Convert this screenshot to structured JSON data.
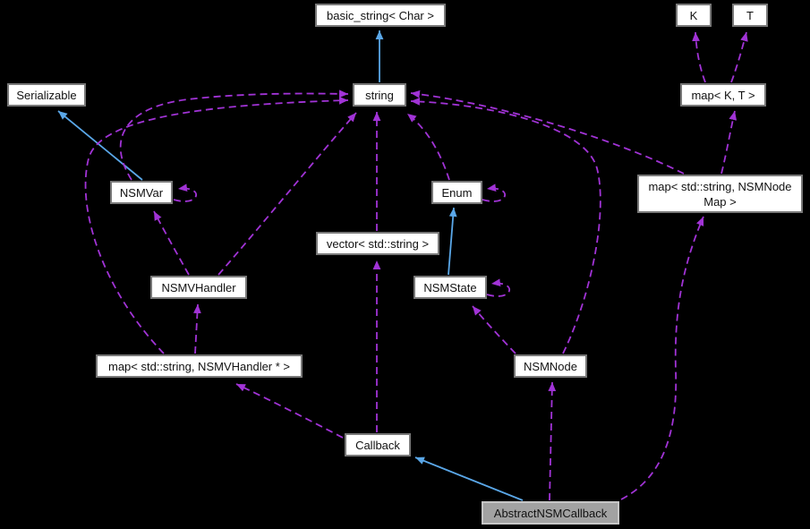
{
  "diagram": {
    "kind": "collaboration-graph",
    "background": "#000000"
  },
  "colors": {
    "background": "#000000",
    "node_fill": "#ffffff",
    "node_border": "#787878",
    "highlight_fill": "#a2a2a2",
    "highlight_border": "#c6c6c6",
    "inheritance_edge": "#5aa7e8",
    "usage_edge": "#a133d6"
  },
  "nodes": [
    {
      "id": "basic_string",
      "label": "basic_string< Char >",
      "highlighted": false
    },
    {
      "id": "K",
      "label": "K",
      "highlighted": false
    },
    {
      "id": "T",
      "label": "T",
      "highlighted": false
    },
    {
      "id": "Serializable",
      "label": "Serializable",
      "highlighted": false
    },
    {
      "id": "string",
      "label": "string",
      "highlighted": false
    },
    {
      "id": "mapKT",
      "label": "map< K, T >",
      "highlighted": false
    },
    {
      "id": "NSMVar",
      "label": "NSMVar",
      "highlighted": false
    },
    {
      "id": "Enum",
      "label": "Enum",
      "highlighted": false
    },
    {
      "id": "mapNSMNodeMap",
      "label": "map< std::string, NSMNode\nMap >",
      "highlighted": false
    },
    {
      "id": "vectorString",
      "label": "vector< std::string >",
      "highlighted": false
    },
    {
      "id": "NSMVHandler",
      "label": "NSMVHandler",
      "highlighted": false
    },
    {
      "id": "NSMState",
      "label": "NSMState",
      "highlighted": false
    },
    {
      "id": "mapNSMVHandler",
      "label": "map< std::string, NSMVHandler * >",
      "highlighted": false
    },
    {
      "id": "NSMNode",
      "label": "NSMNode",
      "highlighted": false
    },
    {
      "id": "Callback",
      "label": "Callback",
      "highlighted": false
    },
    {
      "id": "AbstractNSMCallback",
      "label": "AbstractNSMCallback",
      "highlighted": true
    }
  ],
  "edges": [
    {
      "from": "string",
      "to": "basic_string",
      "kind": "inheritance"
    },
    {
      "from": "NSMVar",
      "to": "Serializable",
      "kind": "inheritance"
    },
    {
      "from": "NSMState",
      "to": "Enum",
      "kind": "inheritance"
    },
    {
      "from": "AbstractNSMCallback",
      "to": "Callback",
      "kind": "inheritance"
    },
    {
      "from": "mapKT",
      "to": "K",
      "kind": "usage"
    },
    {
      "from": "mapKT",
      "to": "T",
      "kind": "usage"
    },
    {
      "from": "mapNSMNodeMap",
      "to": "mapKT",
      "kind": "usage"
    },
    {
      "from": "mapNSMNodeMap",
      "to": "string",
      "kind": "usage"
    },
    {
      "from": "vectorString",
      "to": "string",
      "kind": "usage"
    },
    {
      "from": "Enum",
      "to": "string",
      "kind": "usage"
    },
    {
      "from": "Enum",
      "to": "Enum",
      "kind": "usage"
    },
    {
      "from": "NSMVar",
      "to": "string",
      "kind": "usage"
    },
    {
      "from": "NSMVar",
      "to": "NSMVar",
      "kind": "usage"
    },
    {
      "from": "NSMVHandler",
      "to": "string",
      "kind": "usage"
    },
    {
      "from": "NSMVHandler",
      "to": "NSMVar",
      "kind": "usage"
    },
    {
      "from": "mapNSMVHandler",
      "to": "string",
      "kind": "usage"
    },
    {
      "from": "mapNSMVHandler",
      "to": "NSMVHandler",
      "kind": "usage"
    },
    {
      "from": "NSMState",
      "to": "NSMState",
      "kind": "usage"
    },
    {
      "from": "NSMNode",
      "to": "NSMState",
      "kind": "usage"
    },
    {
      "from": "NSMNode",
      "to": "string",
      "kind": "usage"
    },
    {
      "from": "Callback",
      "to": "vectorString",
      "kind": "usage"
    },
    {
      "from": "Callback",
      "to": "mapNSMVHandler",
      "kind": "usage"
    },
    {
      "from": "AbstractNSMCallback",
      "to": "NSMNode",
      "kind": "usage"
    },
    {
      "from": "AbstractNSMCallback",
      "to": "mapNSMNodeMap",
      "kind": "usage"
    }
  ]
}
